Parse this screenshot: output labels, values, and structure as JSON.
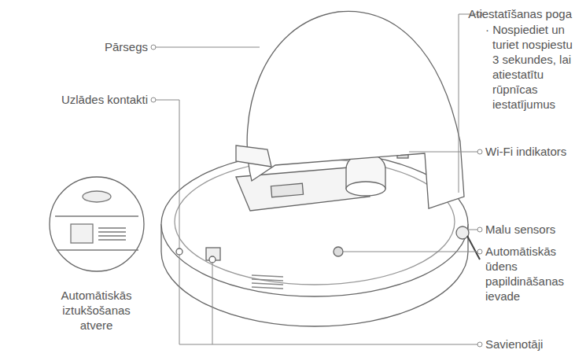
{
  "diagram": {
    "labels": [
      "Pārsegs",
      "Uzlādes kontakti",
      "Atiestatīšanas poga",
      "· Nospiediet un turiet nospiestu 3 sekundes, lai atiestatītu rūpnīcas iestatījumus",
      "Wi-Fi indikators",
      "Malu sensors",
      "Automātiskās ūdens papildināšanas ievade",
      "Automātiskās iztukšošanas atvere",
      "Savienotāji"
    ]
  }
}
